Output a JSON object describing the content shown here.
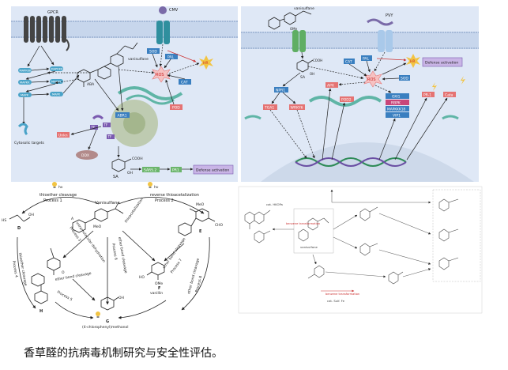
{
  "panel_a": {
    "receptor": "GPCR",
    "virus": "CMV",
    "compound": "vanisulfane",
    "hormone": "ABA",
    "sod": "SOD",
    "pal": "PAL",
    "hr": "HR",
    "ros": "ROS",
    "cat": "CAT",
    "pod": "POD",
    "abr1": "ABR1",
    "tf1": "TF",
    "tf2": "TF",
    "tf3": "TF",
    "unk": "Unkn",
    "ddx": "DDX",
    "sa": "SA",
    "cooh": "COOH",
    "oh": "OH",
    "sars": "SARS.2",
    "pr1": "PR1",
    "defense": "Defense activation",
    "cytosolic": "Cytosolic targets",
    "kinases": [
      "MAPKKK",
      "MAPKKK",
      "MAPKK",
      "MAPKK",
      "MAPK",
      "MAPK"
    ]
  },
  "panel_b": {
    "compound": "vanisulfane",
    "virus": "PVY",
    "ome": "OMe",
    "cooh": "COOH",
    "oh": "OH",
    "sa": "SA",
    "cat": "CAT",
    "pal": "PAL",
    "hr": "HR",
    "defense": "Defense activation",
    "ros": "ROS",
    "sod": "SOD",
    "npr1": "NPR1",
    "tga1": "TGA1",
    "wrky6": "WRKY6",
    "apx": "APX",
    "pod2": "POD2",
    "genes": [
      "OXI1",
      "RBPK",
      "MAPKKK18",
      "VIP1"
    ],
    "pr1": "PR-1",
    "cata": "Cata"
  },
  "panel_c": {
    "hv": "hν",
    "center_name": "Vanisulfane",
    "p1_label": "thioether cleavage",
    "p1_num": "Process 1",
    "p2_label": "reverse thioacetalization",
    "p2_num": "Process 2",
    "p3": "Process 3",
    "p4": "Process 4",
    "p5": "Process 5",
    "p6": "Process 6",
    "p7": "Process 7",
    "p8": "Process 8",
    "p4_label": "thioether cleavage",
    "p3_label": "intramolecular dehydration",
    "p6_label": "ether bond cleavage",
    "p7_label": "ether bond cleavage",
    "p5_label": "ether bond cleavage",
    "p8_label": "ether bond cleavage",
    "thio2": "thioacetalization",
    "hs": "HS",
    "oh": "OH",
    "meo": "MeO",
    "ome": "OMe",
    "cho": "CHO",
    "o": "O",
    "ho": "HO",
    "d": "D",
    "e": "E",
    "f": "F",
    "f_name": "vanillin",
    "g": "G",
    "g_name": "(4-chlorophenyl)methanol",
    "h": "H",
    "a": "A"
  },
  "panel_d": {
    "left_note": "cat. HKOPa",
    "center_name": "vanisulfane",
    "red_top": "benzene transformation",
    "red_bottom": "benzene transformation",
    "bottom_note": "cat. Sulf. Fe"
  },
  "caption": "香草醛的抗病毒机制研究与安全性评估。"
}
